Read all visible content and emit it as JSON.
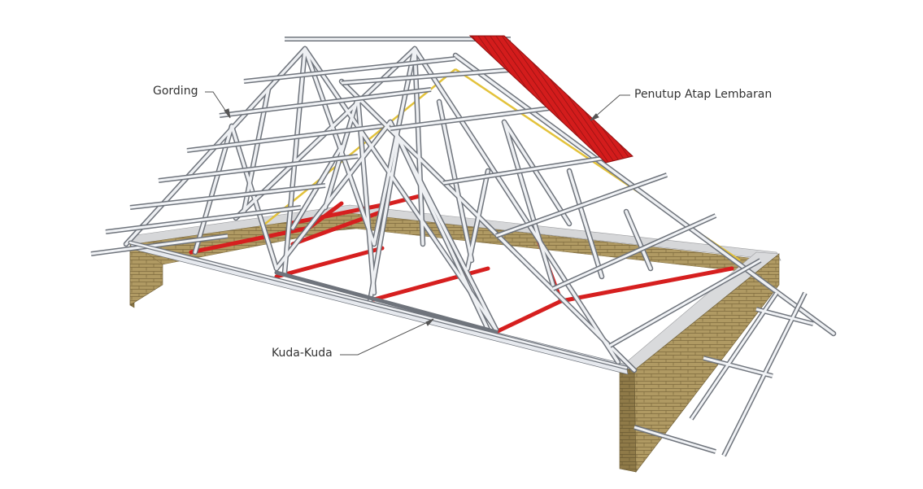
{
  "labels": {
    "gording": "Gording",
    "penutup": "Penutup Atap Lembaran",
    "kuda_kuda": "Kuda-Kuda"
  },
  "colors": {
    "steel": "#e6e9ee",
    "steel_edge": "#6f747c",
    "brick": "#a8925c",
    "brick_dark": "#8a7546",
    "wall_top": "#d9dadc",
    "bracing": "#d61f1f",
    "roof_sheet": "#d41c1c",
    "ridge_line": "#e3c23a",
    "leader": "#555555"
  }
}
